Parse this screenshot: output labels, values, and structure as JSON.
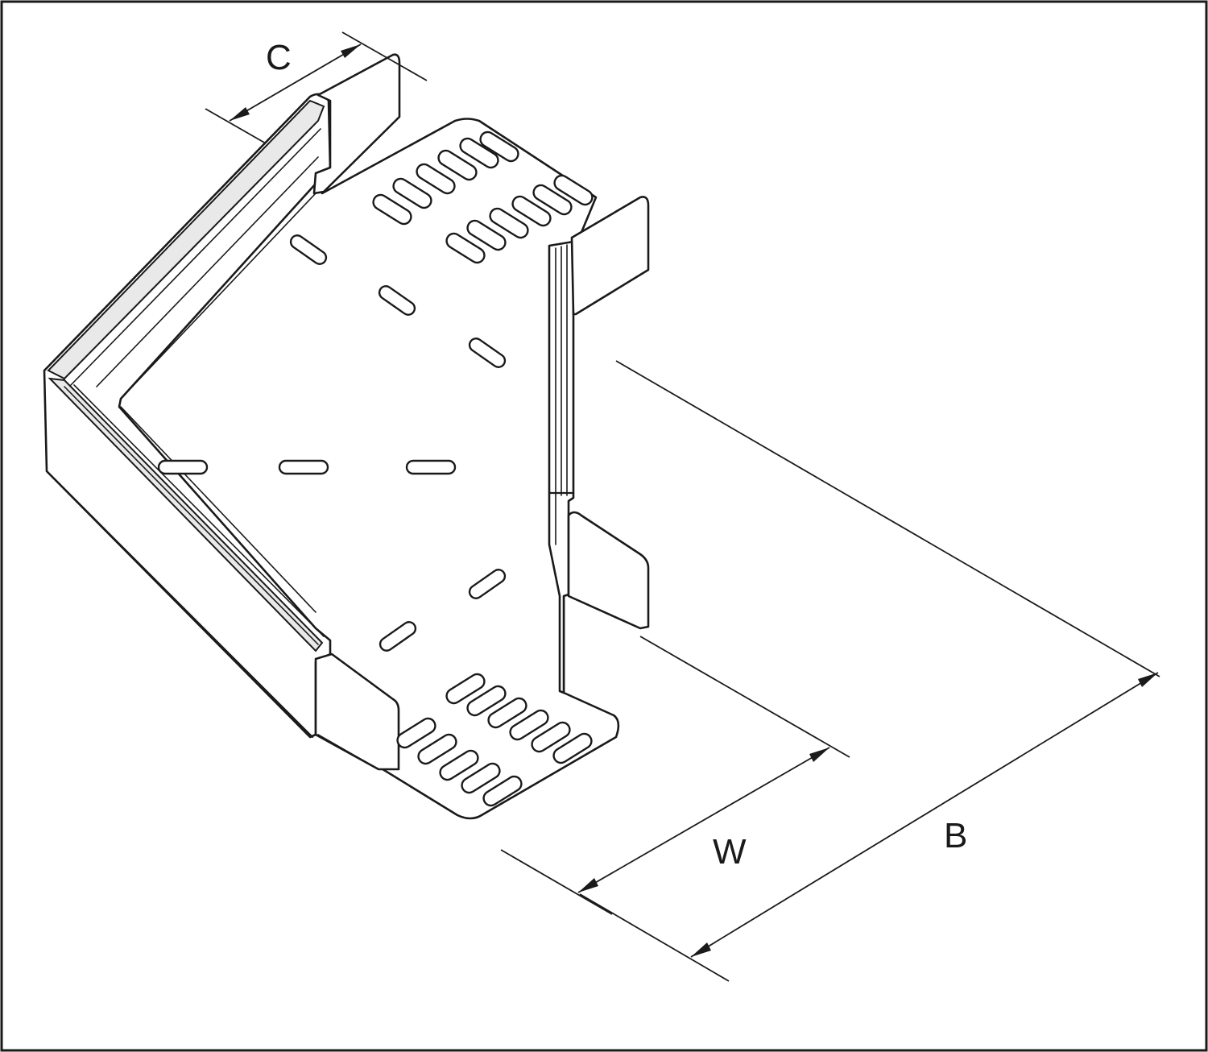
{
  "dimensions": {
    "c": "C",
    "w": "W",
    "b": "B"
  },
  "colors": {
    "line": "#1a1a1a",
    "background": "#ffffff",
    "rail_shade": "#e9e9e9"
  }
}
